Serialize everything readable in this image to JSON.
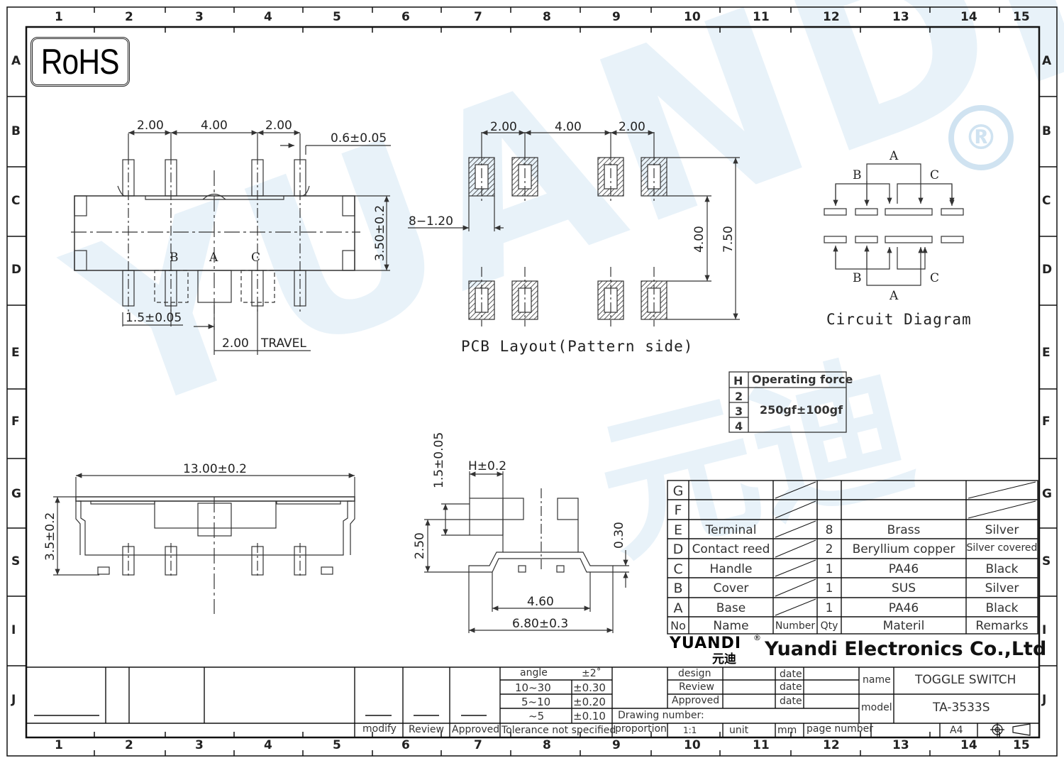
{
  "grid": {
    "columns": [
      "1",
      "2",
      "3",
      "4",
      "5",
      "6",
      "7",
      "8",
      "9",
      "10",
      "11",
      "12",
      "13",
      "14",
      "15"
    ],
    "rows_left": [
      "A",
      "B",
      "C",
      "D",
      "E",
      "F",
      "G",
      "S",
      "I",
      "J"
    ]
  },
  "rohs_label": "RoHS",
  "watermark": {
    "latin": "YUANDI",
    "cjk": "元迪",
    "reg": "®"
  },
  "top_view": {
    "dims": {
      "pitch_a": "2.00",
      "pitch_mid": "4.00",
      "pitch_b": "2.00",
      "pin_width": "0.6±0.05",
      "height": "3.50±0.2",
      "pin_offset": "1.5±0.05",
      "travel_value": "2.00",
      "travel_label": "TRAVEL"
    },
    "terminals": {
      "b": "B",
      "a": "A",
      "c": "C"
    }
  },
  "pcb_layout": {
    "dims": {
      "pitch_a": "2.00",
      "pitch_mid": "4.00",
      "pitch_b": "2.00",
      "pad": "8−1.20",
      "inner": "4.00",
      "outer": "7.50"
    },
    "caption": "PCB Layout(Pattern side)"
  },
  "circuit": {
    "caption": "Circuit Diagram",
    "labels": {
      "a_top": "A",
      "b_top": "B",
      "c_top": "C",
      "b_bottom": "B",
      "c_bottom": "C",
      "a_bottom": "A"
    }
  },
  "force_table": {
    "h_header": "H",
    "force_header": "Operating force",
    "rows": [
      "2",
      "3",
      "4"
    ],
    "value": "250gf±100gf"
  },
  "side_view": {
    "length": "13.00±0.2",
    "height": "3.5±0.2"
  },
  "end_view": {
    "h_dim": "H±0.2",
    "stem": "1.5±0.05",
    "body_h": "2.50",
    "lead": "0.30",
    "inner": "4.60",
    "outer": "6.80±0.3"
  },
  "bom": {
    "rows": [
      {
        "no": "G",
        "name": "",
        "qty": "",
        "material": "",
        "remarks": ""
      },
      {
        "no": "F",
        "name": "",
        "qty": "",
        "material": "",
        "remarks": ""
      },
      {
        "no": "E",
        "name": "Terminal",
        "qty": "8",
        "material": "Brass",
        "remarks": "Silver"
      },
      {
        "no": "D",
        "name": "Contact reed",
        "qty": "2",
        "material": "Beryllium copper",
        "remarks": "Silver covered"
      },
      {
        "no": "C",
        "name": "Handle",
        "qty": "1",
        "material": "PA46",
        "remarks": "Black"
      },
      {
        "no": "B",
        "name": "Cover",
        "qty": "1",
        "material": "SUS",
        "remarks": "Silver"
      },
      {
        "no": "A",
        "name": "Base",
        "qty": "1",
        "material": "PA46",
        "remarks": "Black"
      }
    ],
    "header": {
      "no": "No",
      "name": "Name",
      "number": "Number",
      "qty": "Qty",
      "material": "Materil",
      "remarks": "Remarks"
    }
  },
  "company": {
    "logo_latin": "YUANDI",
    "logo_cjk": "元迪",
    "name": "Yuandi Electronics Co.,Ltd"
  },
  "title_block": {
    "tolerance": {
      "header": "angle",
      "header_val": "±2˚",
      "rows": [
        {
          "range": "10~30",
          "tol": "±0.30"
        },
        {
          "range": "5~10",
          "tol": "±0.20"
        },
        {
          "range": "~5",
          "tol": "±0.10"
        }
      ],
      "footer": "Tolerance not specified"
    },
    "modify": "modify",
    "review": "Review",
    "approved": "Approved",
    "design": "design",
    "review2": "Review",
    "approved2": "Approved",
    "date": "date",
    "name_label": "name",
    "name_value": "TOGGLE SWITCH",
    "model_label": "model",
    "model_value": "TA-3533S",
    "drawing_number": "Drawing number:",
    "proportion": "proportion",
    "scale": "1:1",
    "unit": "unit",
    "unit_value": "mm",
    "page_number": "page number",
    "size": "A4"
  }
}
